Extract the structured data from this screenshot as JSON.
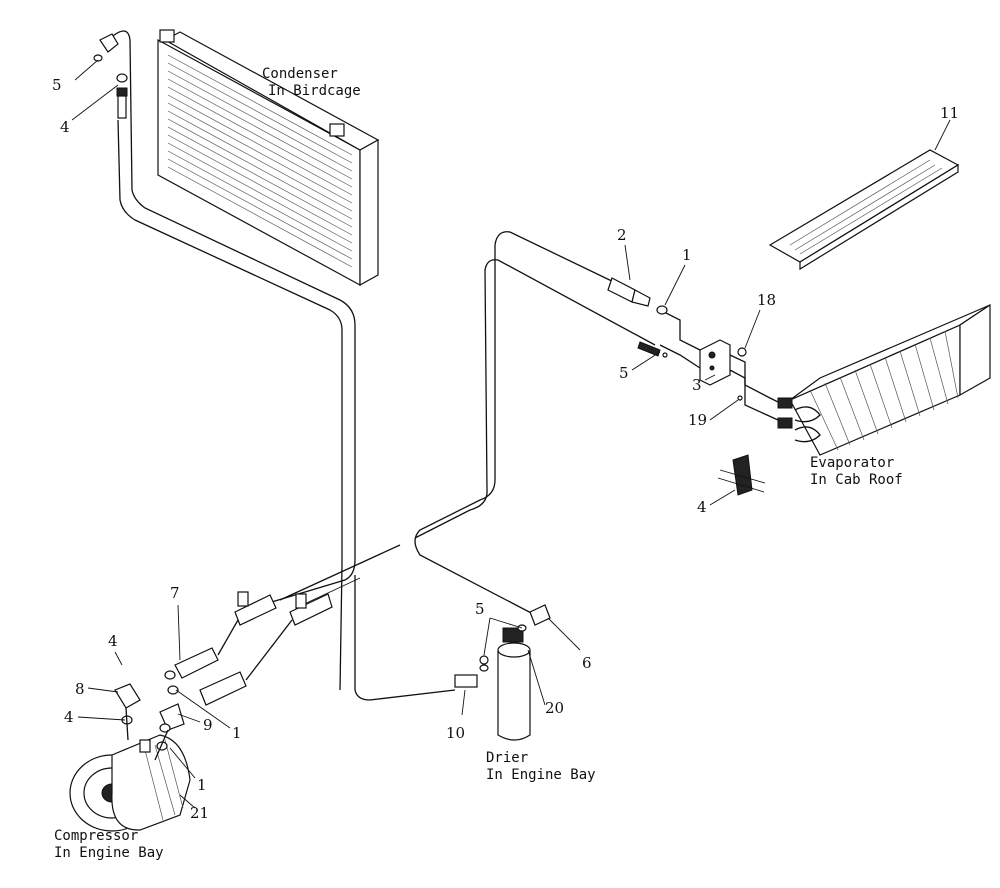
{
  "components": {
    "condenser": {
      "line1": "Condenser",
      "line2": "In Birdcage"
    },
    "evaporator": {
      "line1": "Evaporator",
      "line2": "In Cab Roof"
    },
    "drier": {
      "line1": "Drier",
      "line2": "In Engine Bay"
    },
    "compressor": {
      "line1": "Compressor",
      "line2": "In Engine Bay"
    }
  },
  "callouts": {
    "c5a": "5",
    "c4a": "4",
    "c11": "11",
    "c2": "2",
    "c1a": "1",
    "c18": "18",
    "c5b": "5",
    "c3": "3",
    "c19": "19",
    "c4b": "4",
    "c7": "7",
    "c4c": "4",
    "c8": "8",
    "c5c": "5",
    "c6": "6",
    "c4d": "4",
    "c9": "9",
    "c1b": "1",
    "c1c": "1",
    "c20": "20",
    "c10": "10",
    "c21": "21"
  }
}
